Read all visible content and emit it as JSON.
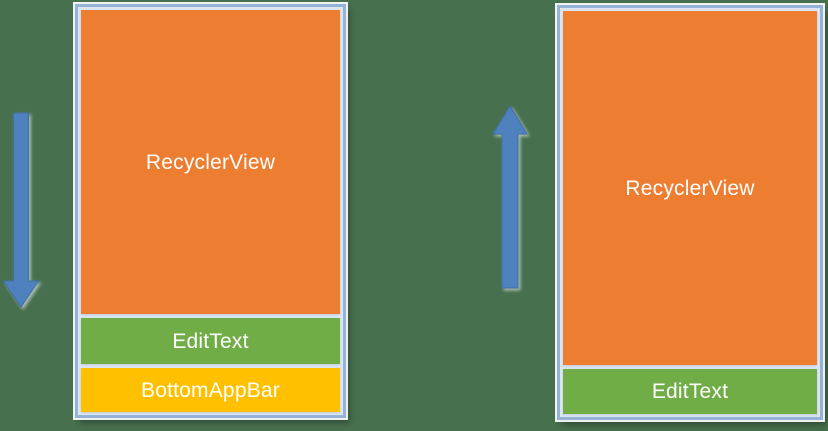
{
  "colors": {
    "background": "#47704f",
    "recyclerview_fill": "#ED7D31",
    "edittext_fill": "#70AD47",
    "bottomappbar_fill": "#FFC000",
    "arrow_fill": "#4E81BD",
    "arrow_outline": "#3E6FA9",
    "frame_border": "#95B3D7",
    "frame_inner": "#DCE6F2",
    "label_text": "#FFFFFF"
  },
  "left_phone": {
    "arrow_direction": "down",
    "sections": [
      {
        "label": "RecyclerView"
      },
      {
        "label": "EditText"
      },
      {
        "label": "BottomAppBar"
      }
    ]
  },
  "right_phone": {
    "arrow_direction": "up",
    "sections": [
      {
        "label": "RecyclerView"
      },
      {
        "label": "EditText"
      }
    ]
  }
}
